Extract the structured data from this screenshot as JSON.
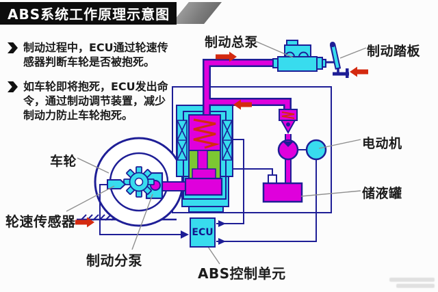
{
  "title": "ABS系统工作原理示意图",
  "bullets": [
    "制动过程中，ECU通过轮速传感器判断车轮是否被抱死。",
    "如车轮即将抱死，ECU发出命令，通过制动调节装置，减少制动力防止车轮抱死。"
  ],
  "labels": {
    "master_cylinder": "制动总泵",
    "brake_pedal": "制动踏板",
    "motor": "电动机",
    "reservoir": "储液罐",
    "wheel": "车轮",
    "wheel_speed_sensor": "轮速传感器",
    "wheel_cylinder": "制动分泵",
    "abs_control_unit": "ABS控制单元",
    "ecu": "ECU"
  },
  "colors": {
    "banner_bg": "#0D0D0D",
    "banner_text": "#FFFFFF",
    "pipe_magenta": "#DF00DC",
    "component_cyan": "#38DCEE",
    "valve_green": "#7CC832",
    "outline_navy": "#1E1E96",
    "arrow_red": "#D42A10",
    "pointer_line_gray": "#8F8F8F",
    "body_text": "#1B1B1B"
  }
}
